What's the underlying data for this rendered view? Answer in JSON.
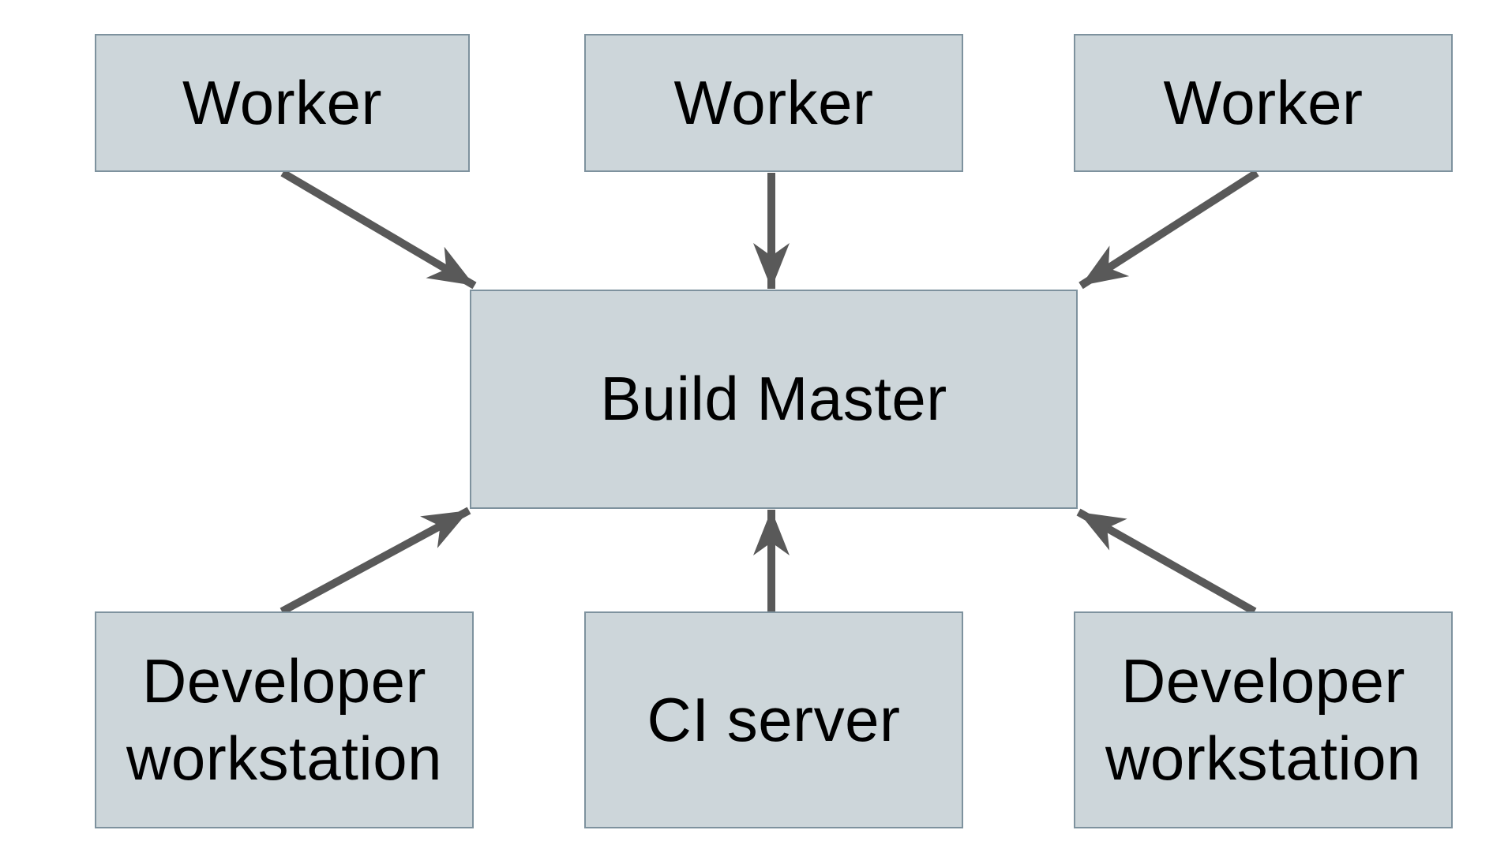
{
  "diagram": {
    "nodes": {
      "worker_top_left": {
        "label": "Worker"
      },
      "worker_top_center": {
        "label": "Worker"
      },
      "worker_top_right": {
        "label": "Worker"
      },
      "build_master": {
        "label": "Build Master"
      },
      "developer_workstation_left": {
        "label": "Developer workstation"
      },
      "ci_server": {
        "label": "CI server"
      },
      "developer_workstation_right": {
        "label": "Developer workstation"
      }
    },
    "edges": [
      {
        "from": "worker_top_left",
        "to": "build_master"
      },
      {
        "from": "worker_top_center",
        "to": "build_master"
      },
      {
        "from": "worker_top_right",
        "to": "build_master"
      },
      {
        "from": "developer_workstation_left",
        "to": "build_master"
      },
      {
        "from": "ci_server",
        "to": "build_master"
      },
      {
        "from": "developer_workstation_right",
        "to": "build_master"
      }
    ],
    "colors": {
      "background": "#ffffff",
      "node_fill": "#cdd6da",
      "node_border": "#7e929e",
      "arrow": "#595959",
      "text": "#000000"
    }
  }
}
